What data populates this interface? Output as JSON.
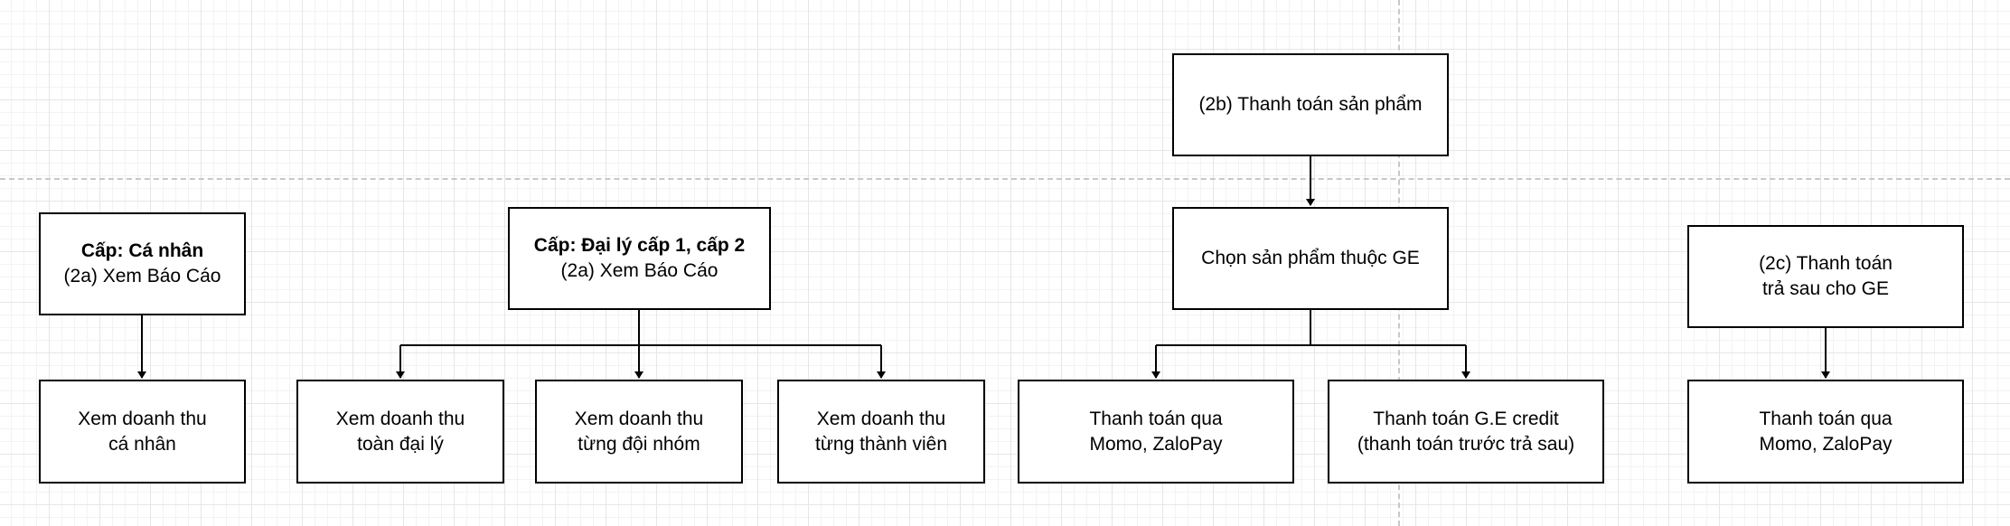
{
  "nodes": {
    "personal_level": {
      "title": "Cấp: Cá nhân",
      "subtitle": "(2a) Xem Báo Cáo"
    },
    "agency_level": {
      "title": "Cấp: Đại lý cấp 1, cấp 2",
      "subtitle": "(2a) Xem Báo Cáo"
    },
    "pay_product": {
      "line1": "(2b) Thanh toán sản phẩm"
    },
    "choose_product": {
      "line1": "Chọn sản phẩm thuộc GE"
    },
    "postpaid": {
      "line1": "(2c) Thanh toán",
      "line2": "trả sau cho GE"
    },
    "revenue_personal": {
      "line1": "Xem doanh thu",
      "line2": "cá nhân"
    },
    "revenue_agency": {
      "line1": "Xem doanh thu",
      "line2": "toàn đại lý"
    },
    "revenue_team": {
      "line1": "Xem doanh thu",
      "line2": "từng đội nhóm"
    },
    "revenue_member": {
      "line1": "Xem doanh thu",
      "line2": "từng thành viên"
    },
    "pay_momo_b": {
      "line1": "Thanh toán qua",
      "line2": "Momo, ZaloPay"
    },
    "pay_credit": {
      "line1": "Thanh toán G.E credit",
      "line2": "(thanh toán trước trả sau)"
    },
    "pay_momo_c": {
      "line1": "Thanh toán qua",
      "line2": "Momo, ZaloPay"
    }
  }
}
